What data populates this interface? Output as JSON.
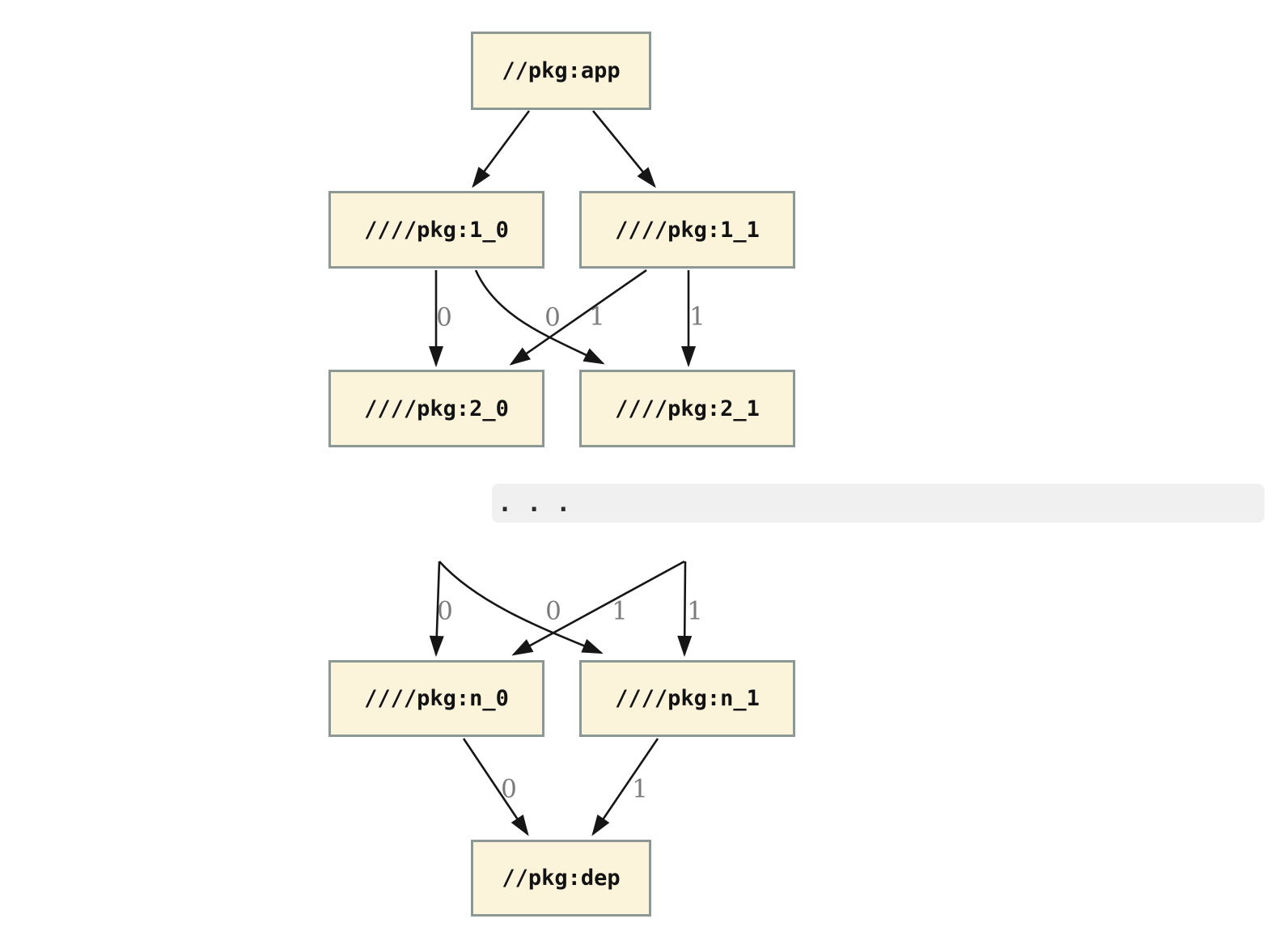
{
  "diagram": {
    "type": "dependency-graph",
    "nodes": [
      {
        "id": "app",
        "label": "//pkg:app"
      },
      {
        "id": "1_0",
        "label": "////pkg:1_0"
      },
      {
        "id": "1_1",
        "label": "////pkg:1_1"
      },
      {
        "id": "2_0",
        "label": "////pkg:2_0"
      },
      {
        "id": "2_1",
        "label": "////pkg:2_1"
      },
      {
        "id": "n_0",
        "label": "////pkg:n_0"
      },
      {
        "id": "n_1",
        "label": "////pkg:n_1"
      },
      {
        "id": "dep",
        "label": "//pkg:dep"
      }
    ],
    "ellipsis_text": ". . .",
    "edges": [
      {
        "from": "//pkg:app",
        "to": "////pkg:1_0",
        "label": ""
      },
      {
        "from": "//pkg:app",
        "to": "////pkg:1_1",
        "label": ""
      },
      {
        "from": "////pkg:1_0",
        "to": "////pkg:2_0",
        "label": "0"
      },
      {
        "from": "////pkg:1_1",
        "to": "////pkg:2_0",
        "label": "0"
      },
      {
        "from": "////pkg:1_0",
        "to": "////pkg:2_1",
        "label": "1"
      },
      {
        "from": "////pkg:1_1",
        "to": "////pkg:2_1",
        "label": "1"
      },
      {
        "from": "...",
        "to": "////pkg:n_0",
        "label": "0"
      },
      {
        "from": "...",
        "to": "////pkg:n_0",
        "label": "0"
      },
      {
        "from": "...",
        "to": "////pkg:n_1",
        "label": "1"
      },
      {
        "from": "...",
        "to": "////pkg:n_1",
        "label": "1"
      },
      {
        "from": "////pkg:n_0",
        "to": "//pkg:dep",
        "label": "0"
      },
      {
        "from": "////pkg:n_1",
        "to": "//pkg:dep",
        "label": "1"
      }
    ],
    "colors": {
      "page_bg": "#ffffff",
      "node_fill": "#fbf4db",
      "node_border": "#8d9794",
      "edge": "#161616",
      "edge_label": "#7b7b7b",
      "code_block_bg": "#f0f0f0"
    }
  }
}
